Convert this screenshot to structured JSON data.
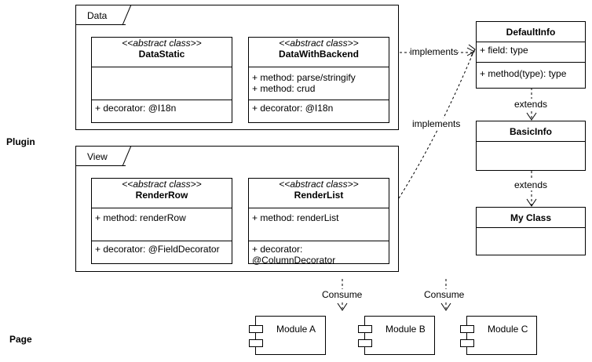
{
  "sections": {
    "plugin": "Plugin",
    "page": "Page"
  },
  "data_package": {
    "title": "Data",
    "data_static": {
      "stereotype": "<<abstract class>>",
      "name": "DataStatic",
      "ops": [],
      "decorators": [
        "+ decorator: @I18n"
      ]
    },
    "data_with_backend": {
      "stereotype": "<<abstract class>>",
      "name": "DataWithBackend",
      "ops": [
        "+ method: parse/stringify",
        "+ method: crud"
      ],
      "decorators": [
        "+ decorator: @I18n"
      ]
    }
  },
  "view_package": {
    "title": "View",
    "render_row": {
      "stereotype": "<<abstract class>>",
      "name": "RenderRow",
      "ops": [
        "+ method: renderRow"
      ],
      "decorators": [
        "+ decorator: @FieldDecorator"
      ]
    },
    "render_list": {
      "stereotype": "<<abstract class>>",
      "name": "RenderList",
      "ops": [
        "+ method: renderList"
      ],
      "decorators": [
        "+ decorator: @ColumnDecorator"
      ]
    }
  },
  "default_info": {
    "name": "DefaultInfo",
    "fields": [
      "+ field: type"
    ],
    "ops": [
      "+ method(type): type"
    ]
  },
  "basic_info": {
    "name": "BasicInfo"
  },
  "my_class": {
    "name": "My Class"
  },
  "edge_labels": {
    "implements_1": "implements",
    "implements_2": "implements",
    "extends_1": "extends",
    "extends_2": "extends",
    "consume_1": "Consume",
    "consume_2": "Consume"
  },
  "modules": [
    "Module A",
    "Module B",
    "Module C"
  ]
}
